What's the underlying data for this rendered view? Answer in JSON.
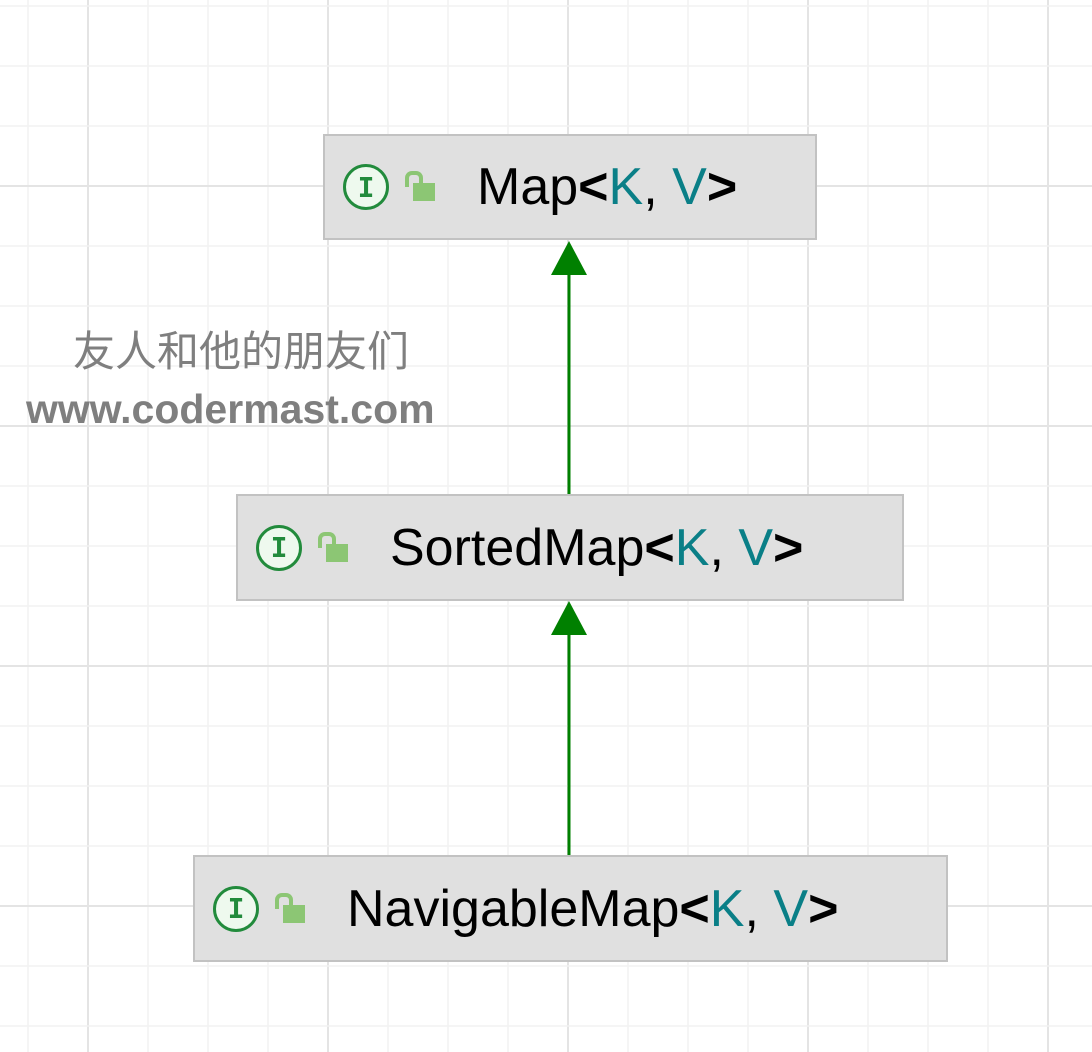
{
  "nodes": [
    {
      "name": "Map",
      "params": [
        "K",
        "V"
      ],
      "kind": "interface-icon",
      "visibility": "public-icon"
    },
    {
      "name": "SortedMap",
      "params": [
        "K",
        "V"
      ],
      "kind": "interface-icon",
      "visibility": "public-icon"
    },
    {
      "name": "NavigableMap",
      "params": [
        "K",
        "V"
      ],
      "kind": "interface-icon",
      "visibility": "public-icon"
    }
  ],
  "symbols": {
    "interface_letter": "I",
    "lt": "<",
    "gt": ">",
    "comma": ", "
  },
  "watermark": {
    "line1": "友人和他的朋友们",
    "line2": "www.codermast.com"
  },
  "colors": {
    "edge": "#008000",
    "type_param": "#0a7f87",
    "interface": "#228b3c"
  }
}
